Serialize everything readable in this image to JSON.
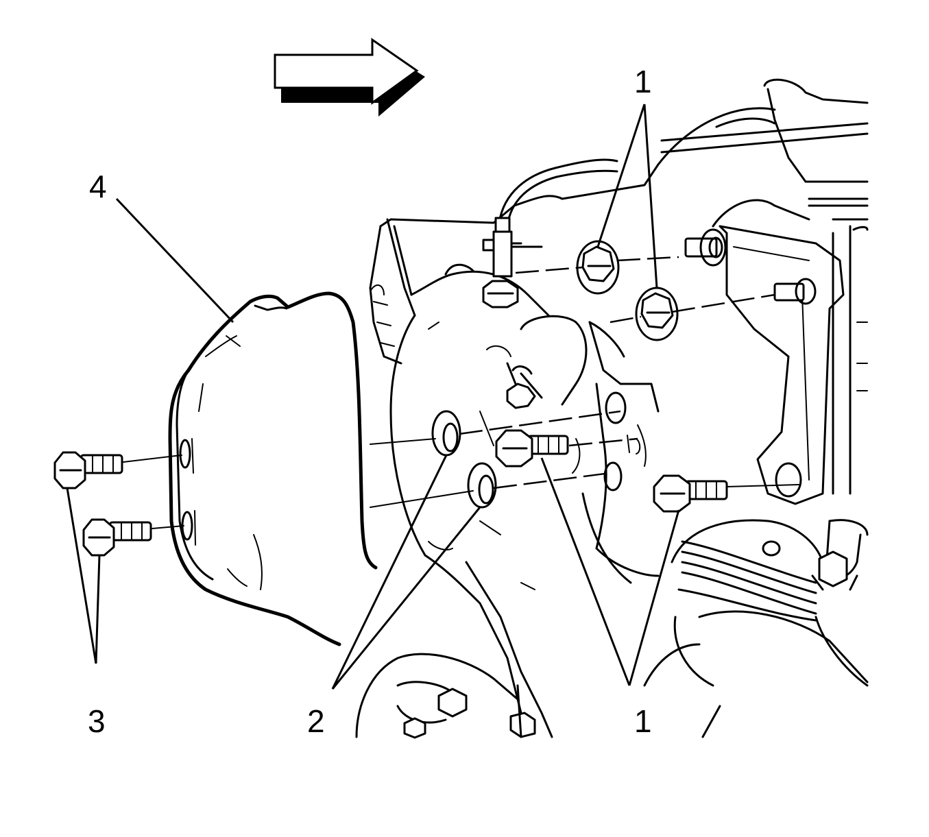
{
  "figure": {
    "callouts": {
      "nuts_upper": "1",
      "bolts_lower": "1",
      "washers": "2",
      "shield_bolts": "3",
      "heat_shield": "4"
    },
    "direction_arrow": "arrow-right-icon",
    "colors": {
      "line": "#000000",
      "background": "#ffffff"
    }
  }
}
